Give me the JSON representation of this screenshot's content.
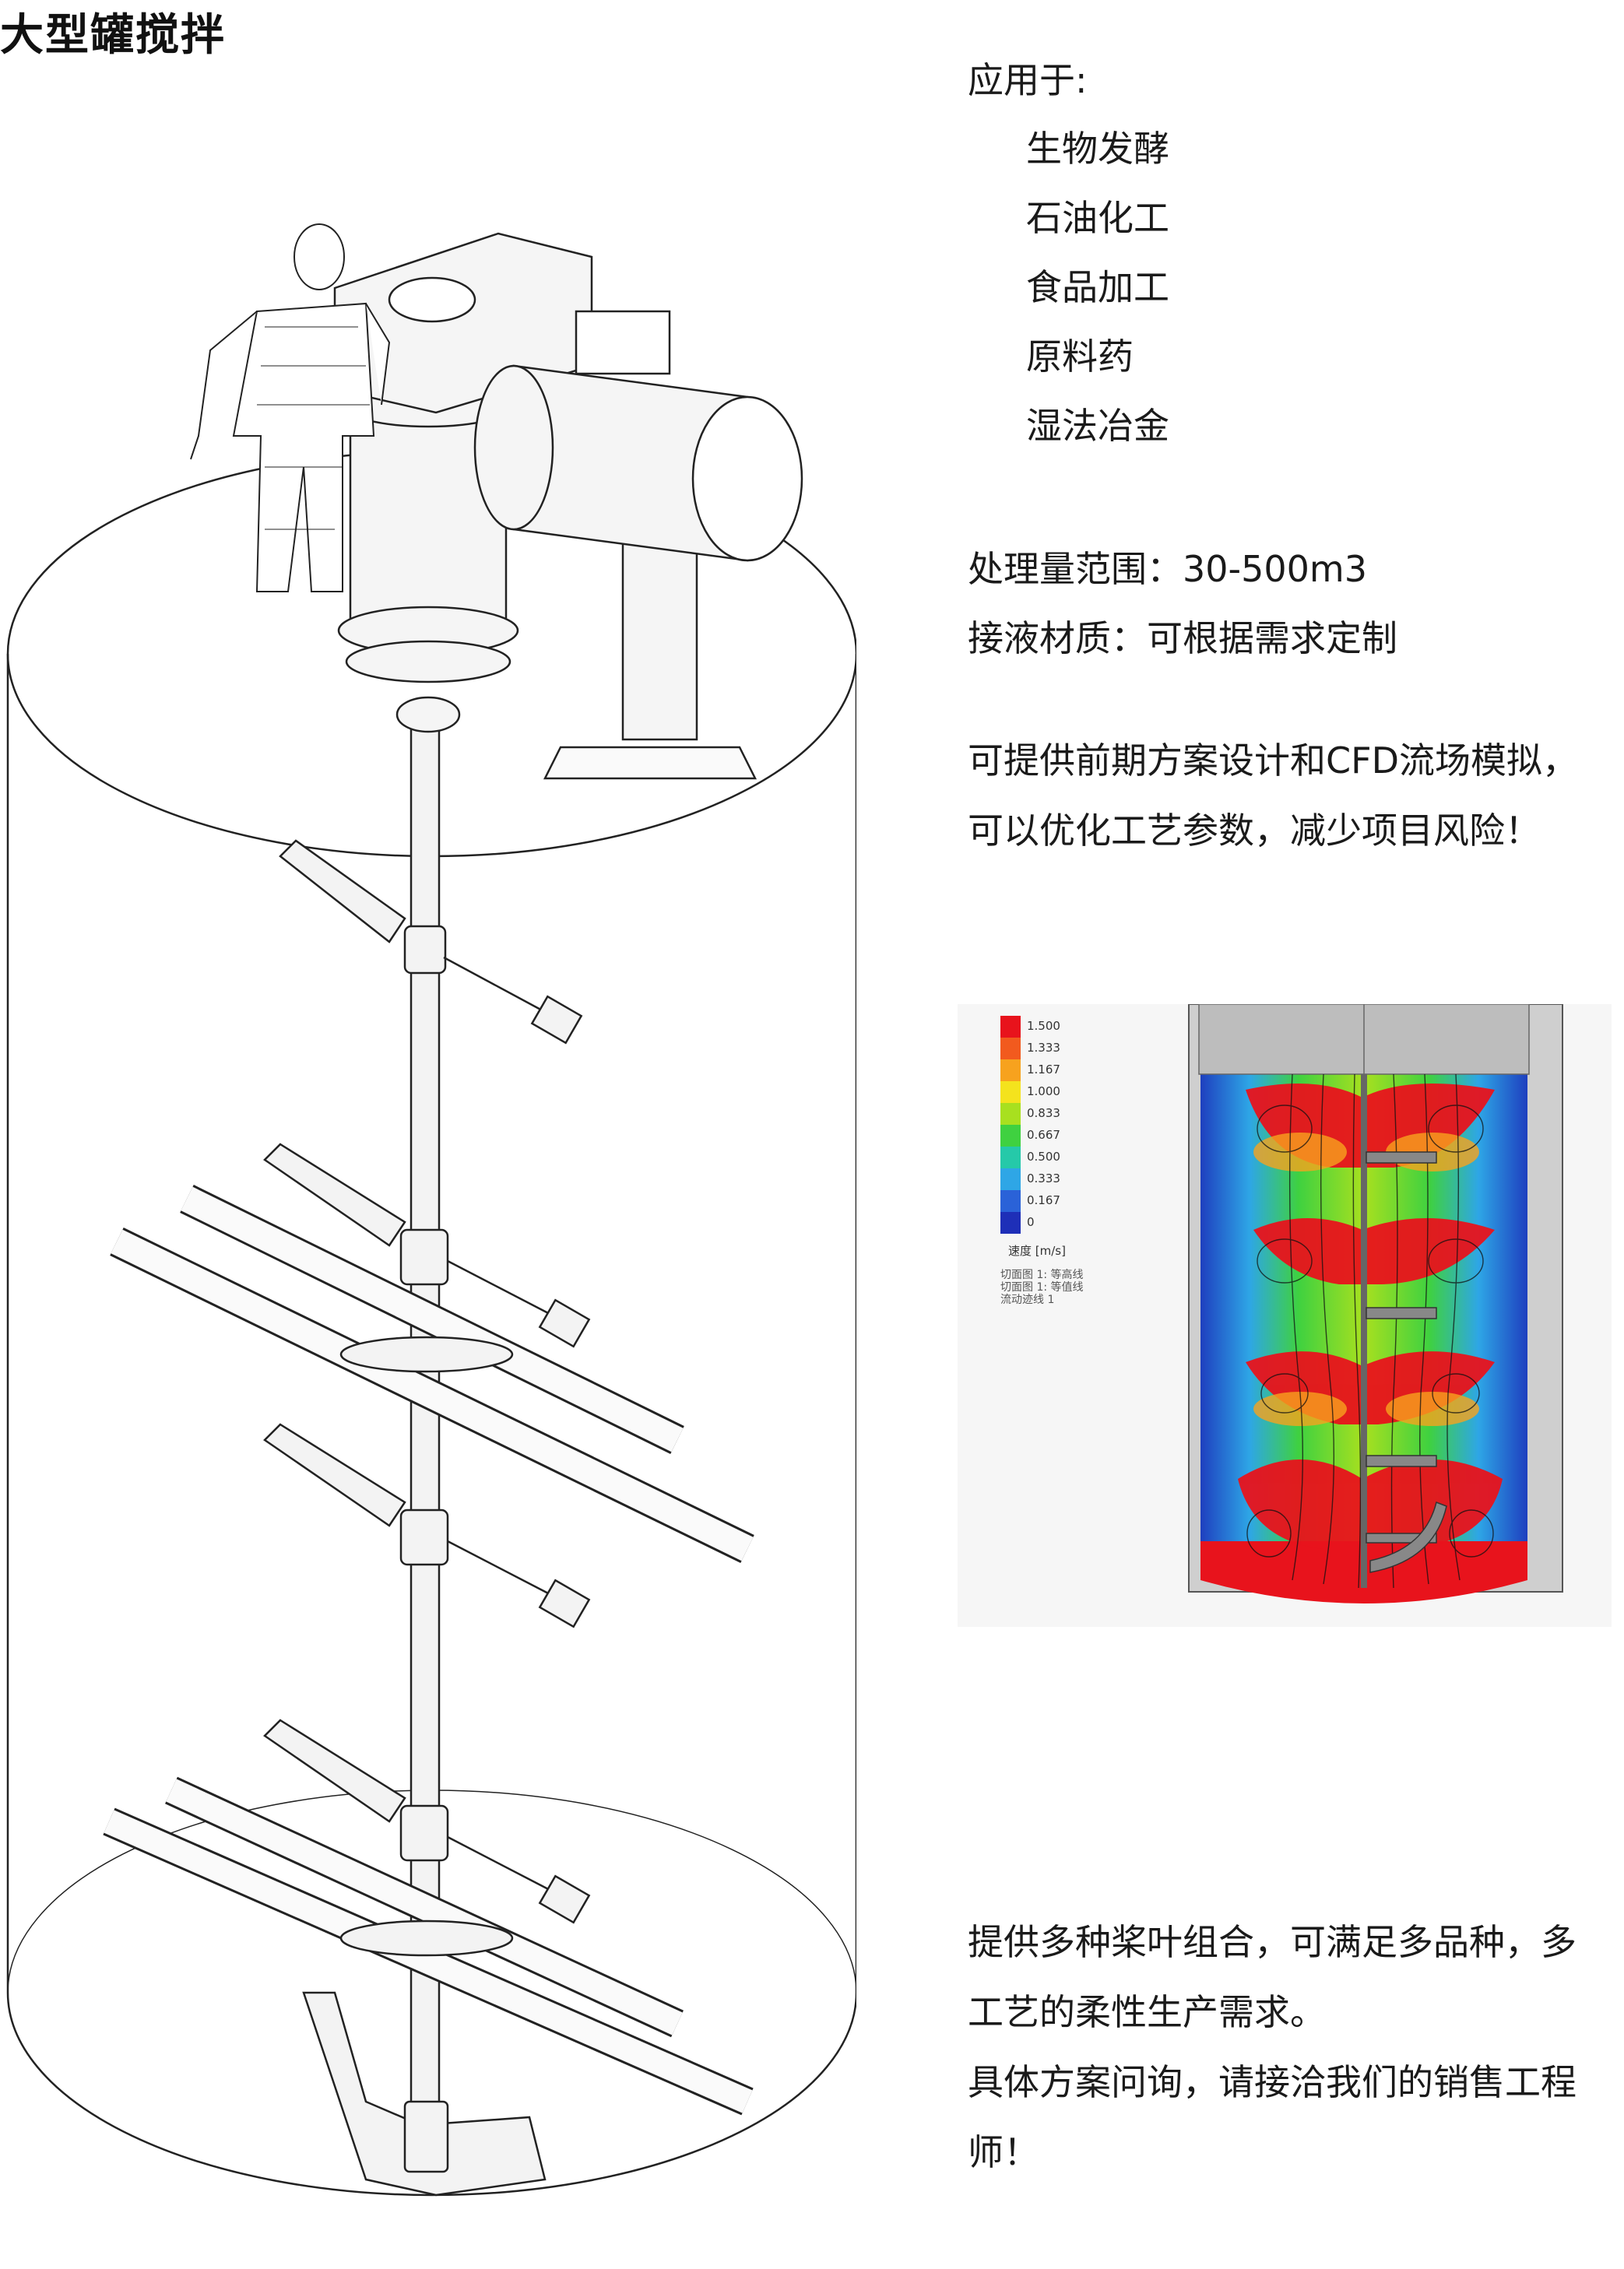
{
  "title": "大型罐搅拌",
  "applications": {
    "heading": "应用于:",
    "items": [
      "生物发酵",
      "石油化工",
      "食品加工",
      "原料药",
      "湿法冶金"
    ]
  },
  "specs": {
    "capacity": "处理量范围：30-500m3",
    "material": "接液材质：可根据需求定制"
  },
  "cfd_paragraph": "可提供前期方案设计和CFD流场模拟，可以优化工艺参数，减少项目风险！",
  "closing_paragraph": [
    "提供多种桨叶组合，可满足多品种，多工艺的柔性生产需求。",
    "具体方案问询，请接洽我们的销售工程师！"
  ],
  "cfd_legend": {
    "values": [
      "1.500",
      "1.333",
      "1.167",
      "1.000",
      "0.833",
      "0.667",
      "0.500",
      "0.333",
      "0.167",
      "0"
    ],
    "colors": [
      "#e8131c",
      "#f25a1e",
      "#f7a21e",
      "#f4e31d",
      "#a8e01f",
      "#3fd140",
      "#25c9a9",
      "#2ea6e6",
      "#2a62d8",
      "#1e2fb8"
    ],
    "unit_label": "速度 [m/s]",
    "notes": [
      "切面图 1: 等高线",
      "切面图 1: 等值线",
      "流动迹线 1"
    ]
  }
}
